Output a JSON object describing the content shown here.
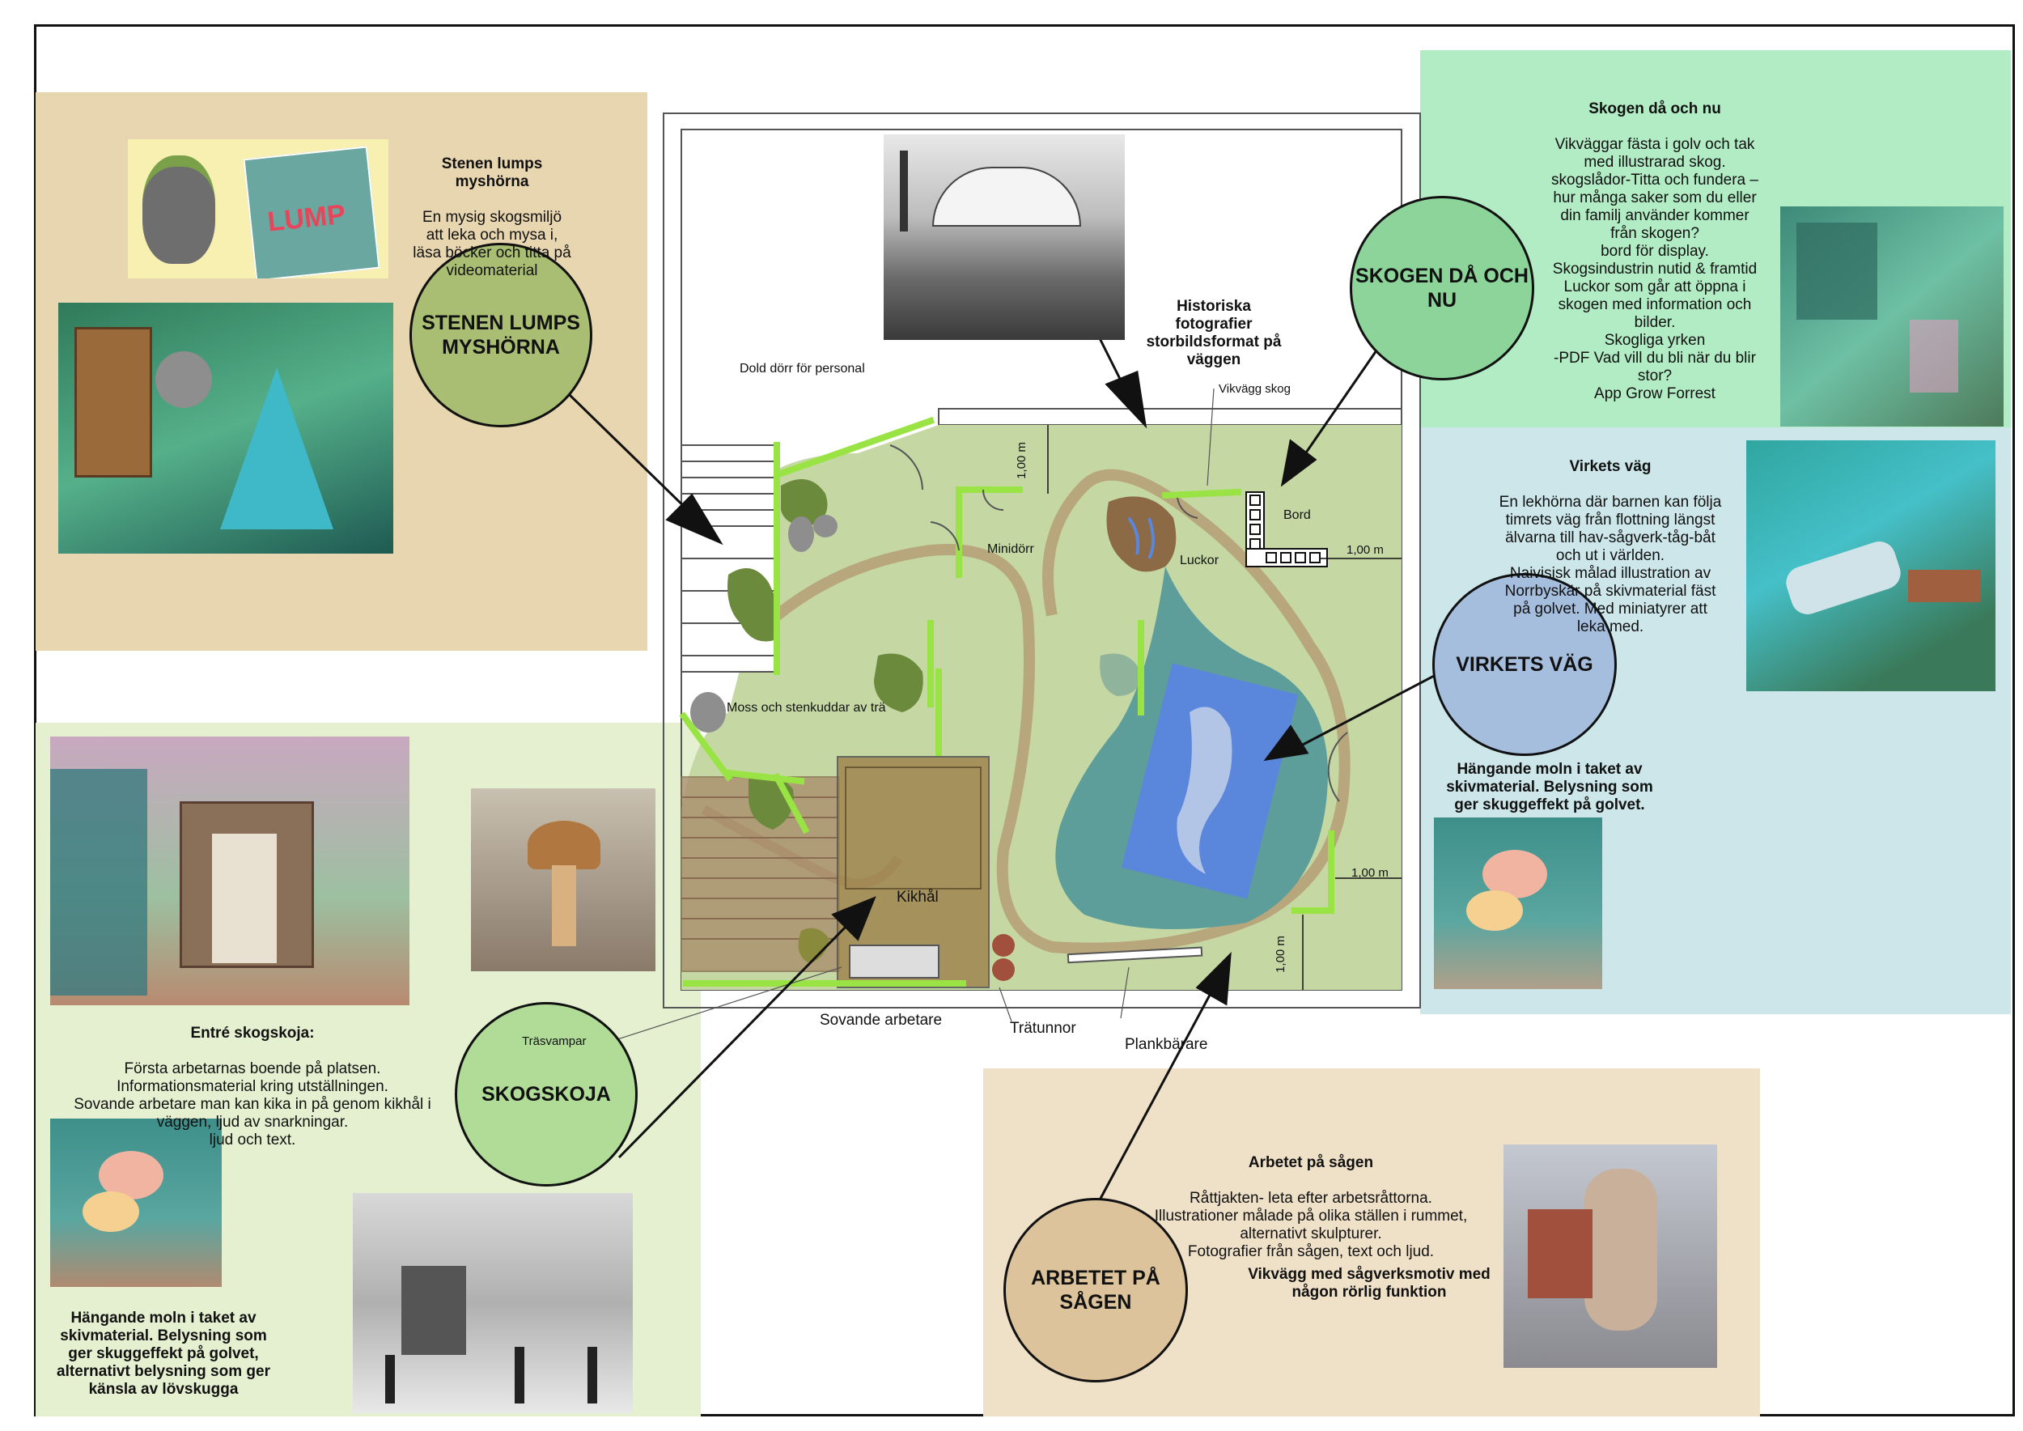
{
  "zones": {
    "myshorna": {
      "circle_label": "STENEN LUMPS\nMYSHÖRNA",
      "title": "Stenen lumps\nmyshörna",
      "description": "En mysig skogsmiljö\natt leka och mysa i,\nläsa böcker och titta på\nvideomaterial",
      "book_title": "LUMP",
      "color": "#e8d6b0"
    },
    "skogen": {
      "circle_label": "SKOGEN DÅ OCH\nNU",
      "title": "Skogen då och nu",
      "description": "Vikväggar fästa i golv och tak\nmed illustrarad skog.\nskogslådor-Titta och fundera –\nhur många saker som du eller\ndin familj använder kommer\nfrån skogen?\nbord för display.\nSkogsindustrin nutid & framtid\nLuckor som går att öppna i\nskogen med information och\nbilder.\nSkogliga yrken\n-PDF Vad vill du bli när du blir\nstor?\nApp Grow Forrest",
      "color": "#b2ecc4"
    },
    "virkets": {
      "circle_label": "VIRKETS VÄG",
      "title": "Virkets väg",
      "description": "En lekhörna där barnen kan följa\ntimrets väg från flottning längst\nälvarna till hav-sågverk-tåg-båt\noch ut i världen.\nNaivisisk målad illustration av\nNorrbyskär på skivmaterial fäst\npå golvet. Med miniatyrer att\nleka med.",
      "clouds_note": "Hängande moln i taket av\nskivmaterial. Belysning som\nger skuggeffekt på golvet.",
      "color": "#cce6ea"
    },
    "skogskoja": {
      "circle_label": "SKOGSKOJA",
      "title": "Entré skogskoja:",
      "description": "Första arbetarnas boende på platsen.\nInformationsmaterial kring utställningen.\nSovande arbetare man kan kika in på genom kikhål i\nväggen, ljud av snarkningar.\nljud och text.",
      "clouds_note": "Hängande moln i taket av\nskivmaterial. Belysning som\nger skuggeffekt på golvet,\nalternativt belysning som ger\nkänsla av lövskugga",
      "travampar_label": "Träsvampar",
      "color": "#e4f0cf"
    },
    "arbetet": {
      "circle_label": "ARBETET PÅ\nSÅGEN",
      "title": "Arbetet på sågen",
      "description": "Råttjakten- leta efter arbetsråttorna.\nIllustrationer målade på olika ställen i rummet,\nalternativt skulpturer.\nFotografier från sågen, text och ljud.",
      "vikvagg_note": "Vikvägg med sågverksmotiv med\nnågon rörlig funktion",
      "color": "#efe0c8"
    }
  },
  "historic_photos_note": "Historiska\nfotografier\nstorbildsformat på\nväggen",
  "plan_labels": {
    "dold_dorr": "Dold dörr för personal",
    "vikvagg_skog": "Vikvägg skog",
    "minidorr": "Minidörr",
    "luckor": "Luckor",
    "bord": "Bord",
    "moss": "Moss och stenkuddar av trä",
    "kikhal": "Kikhål",
    "sovande": "Sovande arbetare",
    "tratunnor": "Trätunnor",
    "plankbarare": "Plankbärare",
    "dim_1": "1,00 m",
    "dim_2": "1,00 m",
    "dim_3": "1,00 m",
    "dim_4": "1,00 m"
  },
  "colors": {
    "floor": "#c5d8a4",
    "path": "#b8a67c",
    "water": "#5e9e9a",
    "water_map": "#5a86dc",
    "wall_green": "#9ae344",
    "bush": "#6b8a3c",
    "rock": "#8e8e8e",
    "stump": "#8b6a45",
    "deck": "#a88a6a",
    "hut": "#a08550"
  },
  "icons": {
    "lump_character": "lump-character-icon",
    "rat_worker": "rat-worker-icon",
    "mushrooms": "mushroom-icon",
    "clouds": "cloud-icon"
  }
}
